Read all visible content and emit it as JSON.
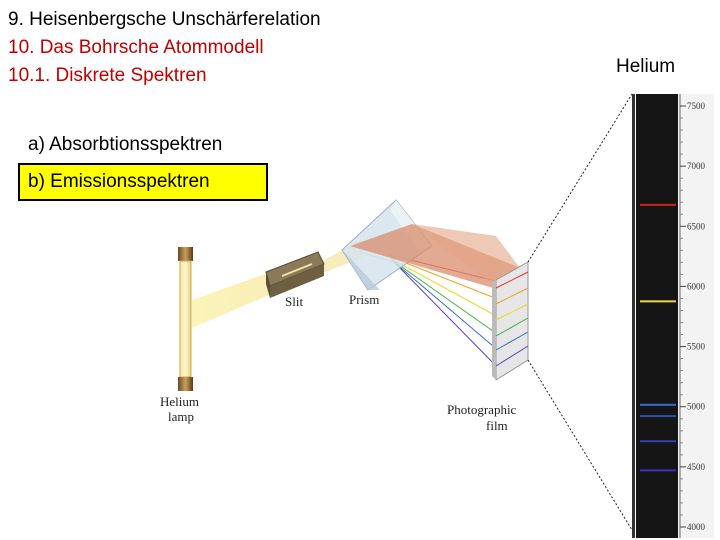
{
  "headings": {
    "line1": "9. Heisenbergsche Unschärferelation",
    "line2": "10. Das Bohrsche Atommodell",
    "line3": "10.1. Diskrete Spektren"
  },
  "items": {
    "a": "a) Absorbtionsspektren",
    "b": "b) Emissionsspektren"
  },
  "colors": {
    "heading": "#000000",
    "highlight_red": "#c00000",
    "box_fill": "#ffff00"
  },
  "diagram": {
    "lamp_label_1": "Helium",
    "lamp_label_2": "lamp",
    "slit_label": "Slit",
    "prism_label": "Prism",
    "film_label_1": "Photographic",
    "film_label_2": "film"
  },
  "spectrum": {
    "title": "Helium",
    "ticks": [
      "7500",
      "7000",
      "6500",
      "6000",
      "5500",
      "5000",
      "4500",
      "4000"
    ],
    "lines": [
      {
        "wavelength": 6678,
        "color": "#d02020"
      },
      {
        "wavelength": 5876,
        "color": "#e8d840"
      },
      {
        "wavelength": 5016,
        "color": "#3a6fd0"
      },
      {
        "wavelength": 4922,
        "color": "#2a50b0"
      },
      {
        "wavelength": 4713,
        "color": "#3340b0"
      },
      {
        "wavelength": 4471,
        "color": "#4030c0"
      }
    ]
  }
}
